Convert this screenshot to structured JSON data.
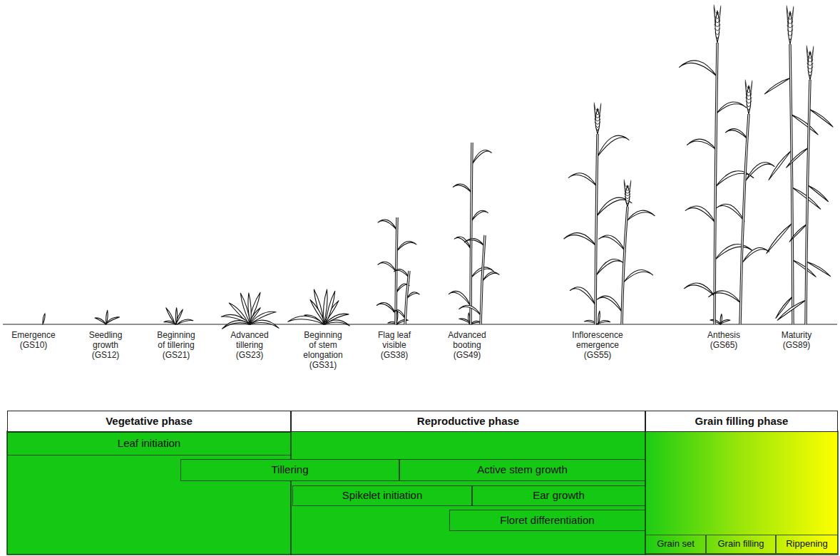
{
  "diagram": {
    "nodes": [
      {
        "text": [
          "Vegetative phase"
        ]
      },
      {
        "text": [
          "Reproductive phase"
        ]
      },
      {
        "text": [
          "Grain filling phase"
        ]
      },
      {
        "text": [
          "Leaf initiation"
        ]
      },
      {
        "text": [
          "Tillering"
        ]
      },
      {
        "text": [
          "Active stem growth"
        ]
      },
      {
        "text": [
          "Spikelet initiation"
        ]
      },
      {
        "text": [
          "Ear growth"
        ]
      },
      {
        "text": [
          "Floret differentiation"
        ]
      },
      {
        "text": [
          "Grain set"
        ]
      },
      {
        "text": [
          "Grain filling"
        ]
      },
      {
        "text": [
          "Rippening"
        ]
      }
    ],
    "labels": [
      "Emergence (GS10)",
      "Seedling growth (GS12)",
      "Beginning of tillering (GS21)",
      "Advanced tillering (GS23)",
      "Beginning of stem elongation (GS31)",
      "Flag leaf visible (GS38)",
      "Advanced booting (GS49)",
      "Inflorescence emergence (GS55)",
      "Anthesis (GS65)",
      "Maturity (GS89)"
    ]
  }
}
